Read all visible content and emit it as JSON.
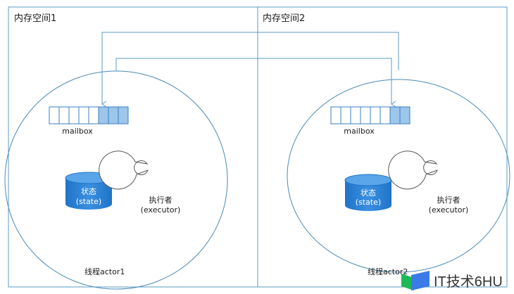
{
  "memory_spaces": [
    {
      "title": "内存空间1",
      "thread_label": "线程actor1"
    },
    {
      "title": "内存空间2",
      "thread_label": "线程actor2"
    }
  ],
  "actor": {
    "mailbox_label": "mailbox",
    "state_label_cn": "状态",
    "state_label_en": "(state)",
    "executor_label_cn": "执行者",
    "executor_label_en": "(executor)"
  },
  "mailbox_slots": {
    "total": 8,
    "filled_actor1": 3,
    "filled_actor2": 2
  },
  "watermark": {
    "text": "IT技术6HU"
  },
  "colors": {
    "line": "#5b9bc4",
    "fill": "#2a7fd4",
    "slot_fill": "#9cc6ea",
    "text": "#1a1a1a"
  }
}
